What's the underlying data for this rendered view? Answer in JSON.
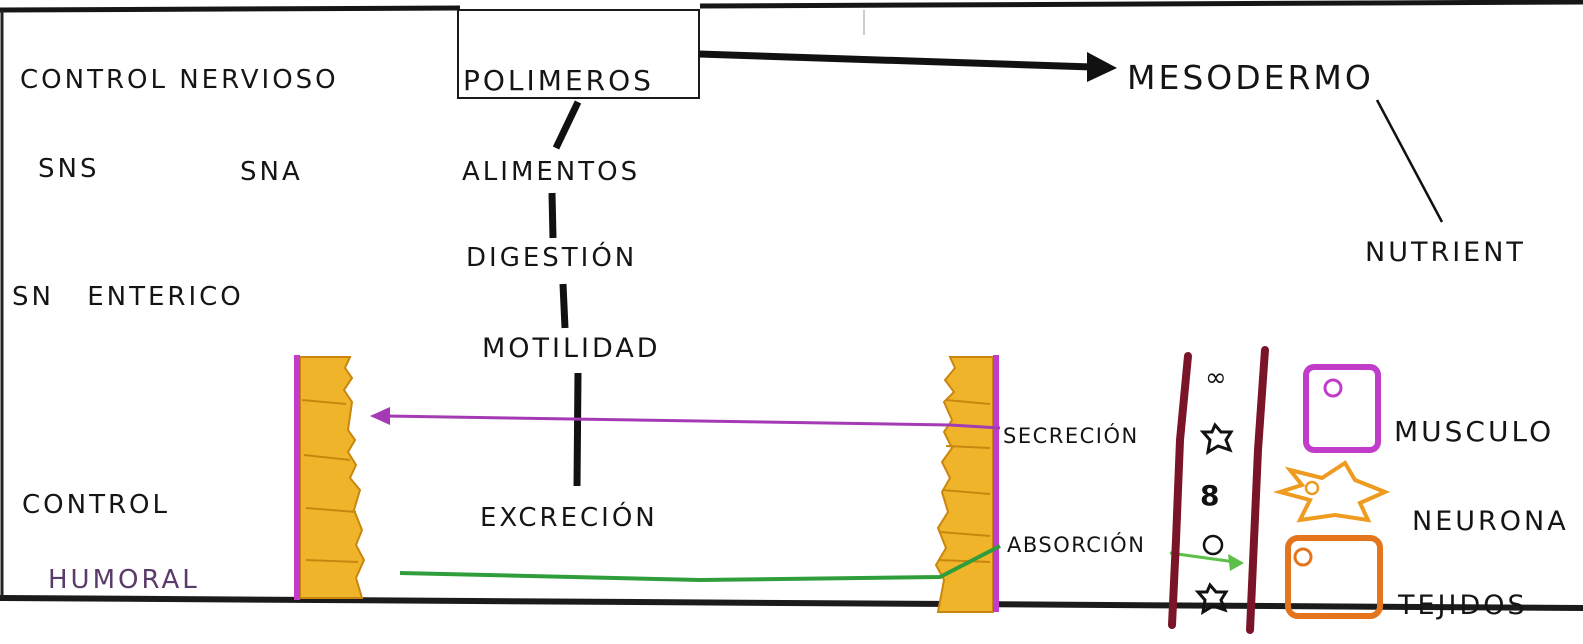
{
  "labels": {
    "control_nervioso": "CONTROL NERVIOSO",
    "sns": "SNS",
    "sna": "SNA",
    "sn_enterico": "SN ENTERICO",
    "control": "CONTROL",
    "humoral": "HUMORAL",
    "polimeros": "POLIMEROS",
    "alimentos": "ALIMENTOS",
    "digestion": "DIGESTIÓN",
    "motilidad": "MOTILIDAD",
    "excrecion": "EXCRECIÓN",
    "mesodermo": "MESODERMO",
    "nutrientes": "NUTRIENT",
    "secrecion": "SECRECIÓN",
    "absorcion": "ABSORCIÓN",
    "musculo": "MUSCULO",
    "neurona": "NEURONA",
    "tejidos": "TEJIDOS"
  },
  "colors": {
    "ink": "#141414",
    "magenta": "#c13cc9",
    "arrow_purple": "#a53ab5",
    "arrow_green": "#2f9e3a",
    "villi_fill": "#f0b42a",
    "villi_edge": "#c9860f",
    "vessel": "#7a1428",
    "neuron_orange": "#ee9b1f",
    "tissue_orange": "#e5751c"
  },
  "icons": [
    "infinity-mark",
    "star-mark",
    "eight-mark",
    "circle-mark",
    "star-mark-2"
  ]
}
